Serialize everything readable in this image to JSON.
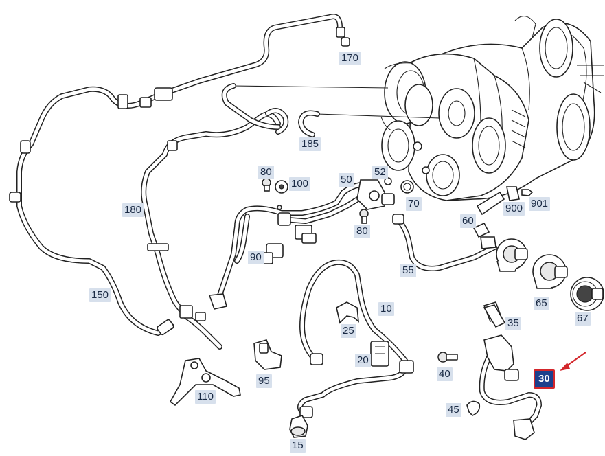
{
  "diagram": {
    "callouts": [
      {
        "id": "p170",
        "label": "170"
      },
      {
        "id": "p185",
        "label": "185"
      },
      {
        "id": "p80a",
        "label": "80"
      },
      {
        "id": "p100",
        "label": "100"
      },
      {
        "id": "p50",
        "label": "50"
      },
      {
        "id": "p52",
        "label": "52"
      },
      {
        "id": "p70",
        "label": "70"
      },
      {
        "id": "p900",
        "label": "900"
      },
      {
        "id": "p901",
        "label": "901"
      },
      {
        "id": "p180",
        "label": "180"
      },
      {
        "id": "p80b",
        "label": "80"
      },
      {
        "id": "p60",
        "label": "60"
      },
      {
        "id": "p90",
        "label": "90"
      },
      {
        "id": "p55",
        "label": "55"
      },
      {
        "id": "p150",
        "label": "150"
      },
      {
        "id": "p65",
        "label": "65"
      },
      {
        "id": "p10",
        "label": "10"
      },
      {
        "id": "p67",
        "label": "67"
      },
      {
        "id": "p25",
        "label": "25"
      },
      {
        "id": "p35",
        "label": "35"
      },
      {
        "id": "p20",
        "label": "20"
      },
      {
        "id": "p40",
        "label": "40"
      },
      {
        "id": "p30",
        "label": "30",
        "selected": true
      },
      {
        "id": "p95",
        "label": "95"
      },
      {
        "id": "p110",
        "label": "110"
      },
      {
        "id": "p45",
        "label": "45"
      },
      {
        "id": "p15",
        "label": "15"
      }
    ],
    "colors": {
      "callout_bg": "#d7e0ec",
      "callout_text": "#1a2a44",
      "selected_bg": "#1c3f8c",
      "selected_border": "#d3262b",
      "arrow": "#d3262b",
      "line": "#222222"
    }
  }
}
